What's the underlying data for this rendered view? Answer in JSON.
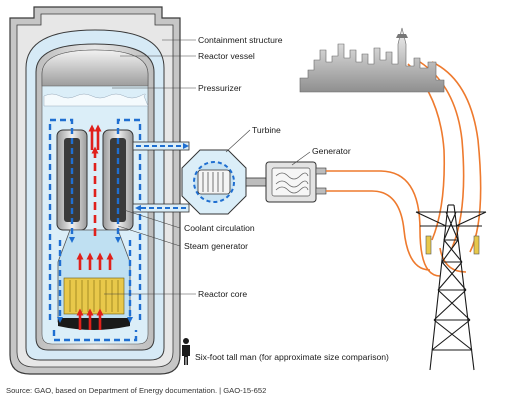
{
  "labels": {
    "containment": "Containment structure",
    "vessel": "Reactor vessel",
    "pressurizer": "Pressurizer",
    "turbine": "Turbine",
    "generator": "Generator",
    "coolant": "Coolant circulation",
    "steam_generator": "Steam generator",
    "core": "Reactor core",
    "man": "Six-foot tall man (for approximate size comparison)"
  },
  "source": "Source: GAO, based on Department of Energy documentation.  |  GAO-15-652",
  "colors": {
    "containment_fill": "#c9c9c9",
    "vessel_fill": "#d8d8d8",
    "water": "#d8ebf5",
    "coolant_arrow": "#1f6fd1",
    "hot_arrow": "#e0201b",
    "power_line": "#ee7a2e",
    "core_fuel": "#e8c84a"
  },
  "icons": [
    "person-icon",
    "city-skyline-icon",
    "transmission-tower-icon",
    "turbine-icon",
    "generator-icon"
  ]
}
